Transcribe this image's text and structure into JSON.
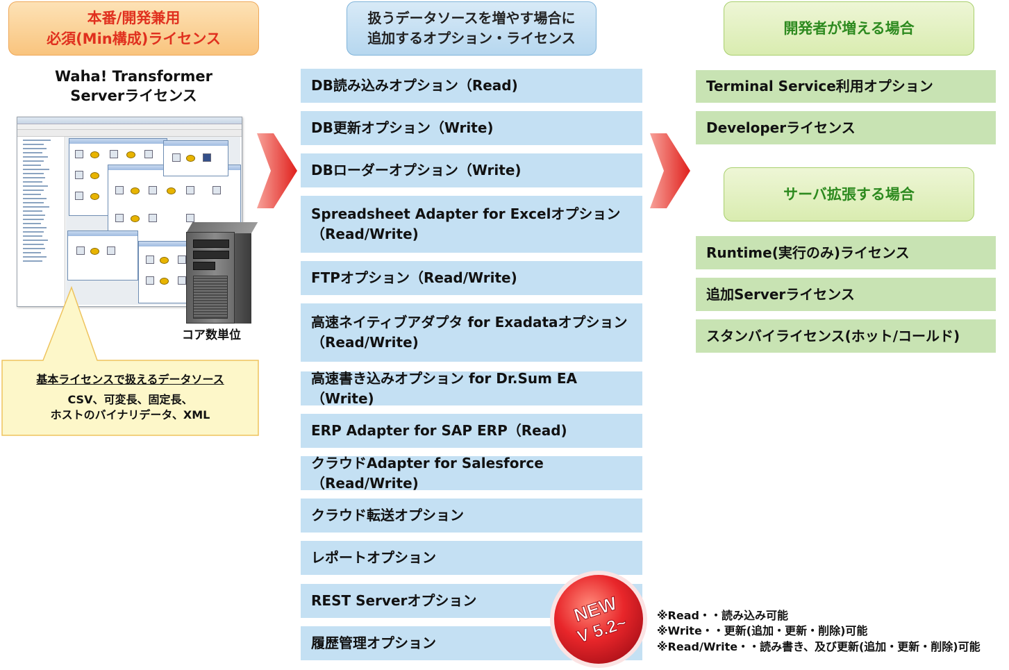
{
  "left": {
    "header_line1": "本番/開発兼用",
    "header_line2": "必須(Min構成)ライセンス",
    "product_line1": "Waha! Transformer",
    "product_line2": "Serverライセンス",
    "core_unit": "コア数単位",
    "callout": {
      "title": "基本ライセンスで扱えるデータソース",
      "line1": "CSV、可変長、固定長、",
      "line2": "ホストのバイナリデータ、XML"
    }
  },
  "middle": {
    "header_line1": "扱うデータソースを増やす場合に",
    "header_line2": "追加するオプション・ライセンス",
    "options": [
      {
        "line1": "DB読み込みオプション（Read)",
        "line2": ""
      },
      {
        "line1": "DB更新オプション（Write)",
        "line2": ""
      },
      {
        "line1": "DBローダーオプション（Write)",
        "line2": ""
      },
      {
        "line1": "Spreadsheet Adapter for Excelオプション",
        "line2": "（Read/Write)"
      },
      {
        "line1": "FTPオプション（Read/Write)",
        "line2": ""
      },
      {
        "line1": "高速ネイティブアダプタ for Exadataオプション",
        "line2": "（Read/Write)"
      },
      {
        "line1": "高速書き込みオプション for Dr.Sum EA（Write)",
        "line2": ""
      },
      {
        "line1": "ERP Adapter for SAP ERP（Read)",
        "line2": ""
      },
      {
        "line1": "クラウドAdapter for Salesforce（Read/Write)",
        "line2": ""
      },
      {
        "line1": "クラウド転送オプション",
        "line2": ""
      },
      {
        "line1": "レポートオプション",
        "line2": ""
      },
      {
        "line1": "REST Serverオプション",
        "line2": ""
      },
      {
        "line1": "履歴管理オプション",
        "line2": ""
      }
    ]
  },
  "right": {
    "dev_header": "開発者が増える場合",
    "dev_options": [
      "Terminal Service利用オプション",
      "Developerライセンス"
    ],
    "server_header": "サーバ拡張する場合",
    "server_options": [
      "Runtime(実行のみ)ライセンス",
      "追加Serverライセンス",
      "スタンバイライセンス(ホット/コールド)"
    ]
  },
  "badge": {
    "new": "NEW",
    "version": "V 5.2~"
  },
  "notes": [
    "※Read・・読み込み可能",
    "※Write・・更新(追加・更新・削除)可能",
    "※Read/Write・・読み書き、及び更新(追加・更新・削除)可能"
  ],
  "colors": {
    "orange_text": "#e0301e",
    "green_text": "#2d8a1f",
    "option_blue": "#c4e0f3",
    "option_green": "#c8e3b3",
    "arrow_red": "#e0201c"
  }
}
